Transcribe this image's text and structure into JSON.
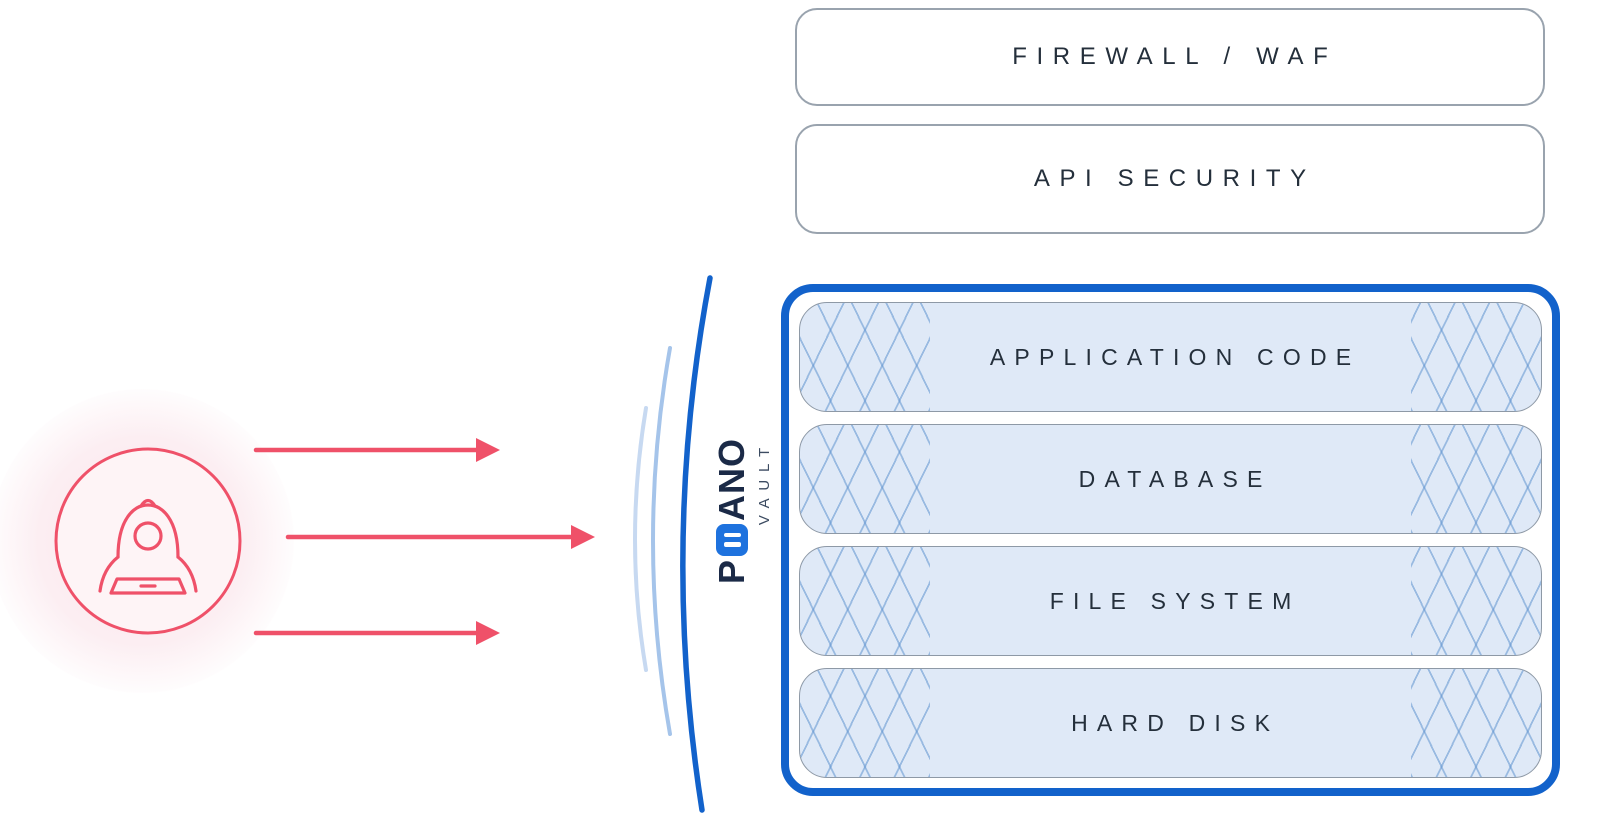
{
  "colors": {
    "accent_red": "#EF5169",
    "accent_blue": "#1262CB",
    "layer_fill": "#DFE9F7",
    "lattice_blue": "#5F93CF",
    "border_gray": "#99A3AE",
    "text_dark": "#242F3B",
    "logo_navy": "#1B2A47"
  },
  "perimeter": {
    "firewall_label": "FIREWALL / WAF",
    "api_label": "API SECURITY"
  },
  "vault": {
    "logo": {
      "prefix": "P",
      "suffix": "ANO",
      "sub": "VAULT",
      "mark_icon": "piiano-bars-icon"
    },
    "layers": [
      "APPLICATION CODE",
      "DATABASE",
      "FILE SYSTEM",
      "HARD DISK"
    ]
  },
  "attacker": {
    "icon": "hacker-icon",
    "arrows": 3
  }
}
